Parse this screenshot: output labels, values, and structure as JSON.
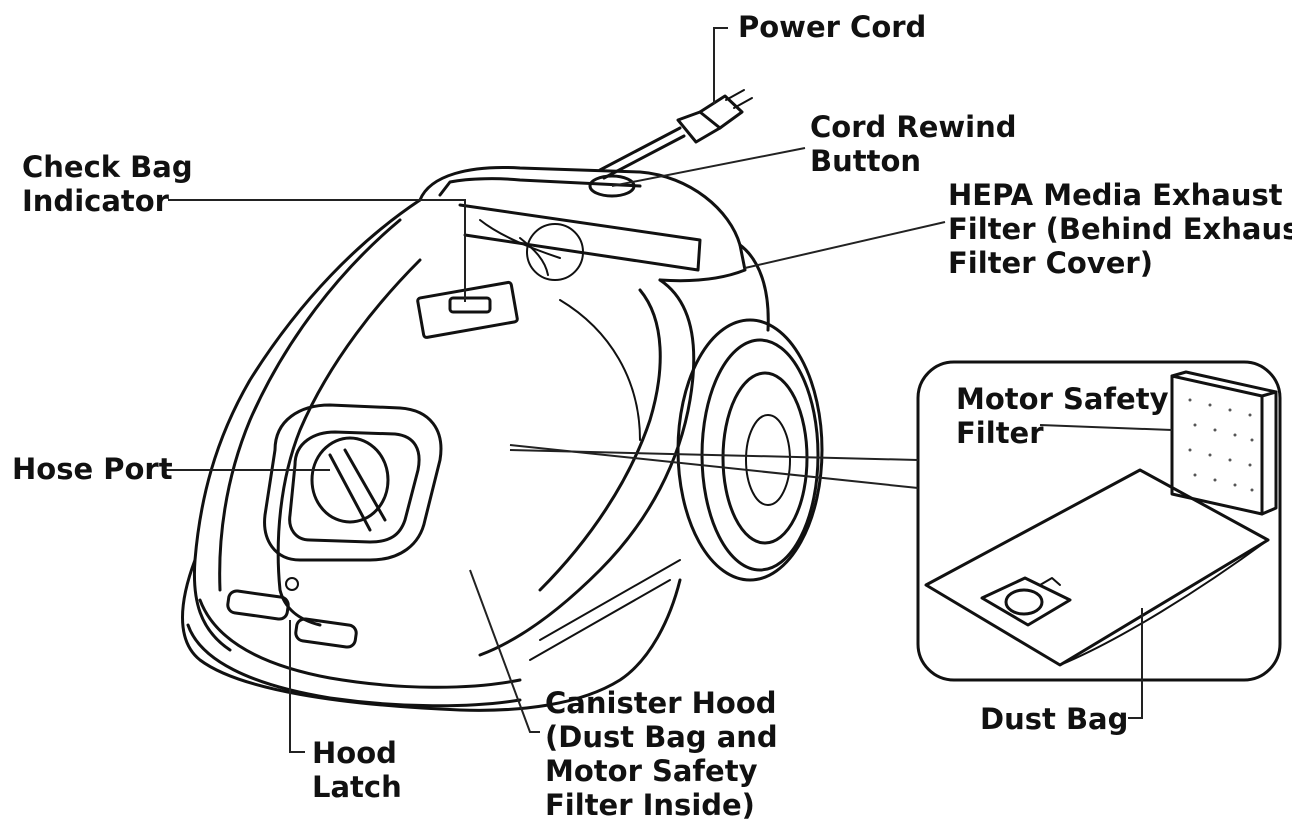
{
  "labels": {
    "power_cord": "Power Cord",
    "cord_rewind": [
      "Cord Rewind",
      "Button"
    ],
    "check_bag": [
      "Check Bag",
      "Indicator"
    ],
    "hepa_filter": [
      "HEPA Media Exhaust",
      "Filter (Behind Exhaust",
      "Filter Cover)"
    ],
    "motor_safety": [
      "Motor Safety",
      "Filter"
    ],
    "hose_port": "Hose Port",
    "dust_bag": "Dust Bag",
    "canister_hood": [
      "Canister Hood",
      "(Dust Bag and",
      "Motor Safety",
      "Filter Inside)"
    ],
    "hood_latch": [
      "Hood",
      "Latch"
    ]
  }
}
